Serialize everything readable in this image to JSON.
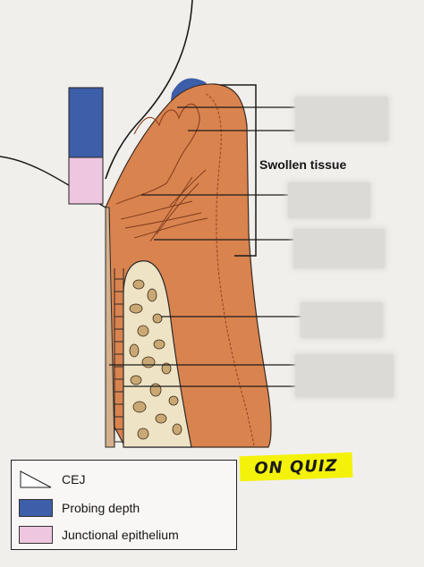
{
  "labels": {
    "swollen_tissue": "Swollen tissue"
  },
  "legend": {
    "items": [
      {
        "key": "cej",
        "text": "CEJ",
        "color": "#ffffff"
      },
      {
        "key": "probing",
        "text": "Probing depth",
        "color": "#3d5ea8"
      },
      {
        "key": "junctional",
        "text": "Junctional epithelium",
        "color": "#efc6df"
      }
    ]
  },
  "annotation": {
    "text": "ON QUIZ",
    "highlight_color": "#f4f20a"
  },
  "colors": {
    "gingiva": "#d9834f",
    "gingiva_inner": "#c96f3e",
    "bone": "#efe3c6",
    "tooth_root": "#d4b08c",
    "probing": "#3d5ea8",
    "junctional": "#efc6df",
    "background": "#f1efeb"
  }
}
